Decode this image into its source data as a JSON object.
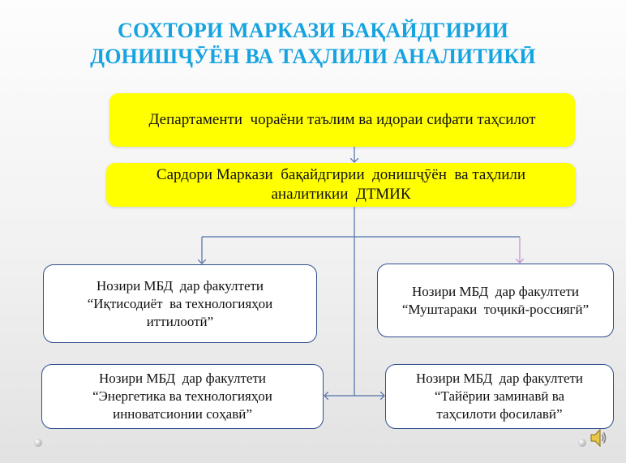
{
  "title": {
    "line1": "СОХТОРИ МАРКАЗИ БАҚАЙДГИРИИ",
    "line2": "ДОНИШҶӮЁН ВА ТАҲЛИЛИ АНАЛИТИКӢ"
  },
  "nodes": {
    "department": "Департаменти  чораёни таълим ва идораи сифати таҳсилот",
    "head": "Сардори Маркази  бақайдгирии  донишҷӯён  ва таҳлили\nаналитикии  ДТМИК",
    "economics": "Нозири МБД  дар факултети\n“Иқтисодиёт  ва технологияҳои\nиттилоотӣ”",
    "joint": "Нозири МБД  дар факултети\n“Муштараки  тоҷикӣ-россиягӣ”",
    "energy": "Нозири МБД  дар факултети\n“Энергетика ва технологияҳои\nинноватсионии соҳавӣ”",
    "distance": "Нозири МБД  дар факултети\n“Тайёрии заминавӣ ва\nтаҳсилоти фосилавӣ”"
  },
  "colors": {
    "title": "#16a3e0",
    "yellow_box": "#ffff00",
    "box_border": "#2f4f8f",
    "connector": "#4f6fa8",
    "accent_arrow": "#c58ad6"
  },
  "icons": [
    "speaker-icon"
  ]
}
